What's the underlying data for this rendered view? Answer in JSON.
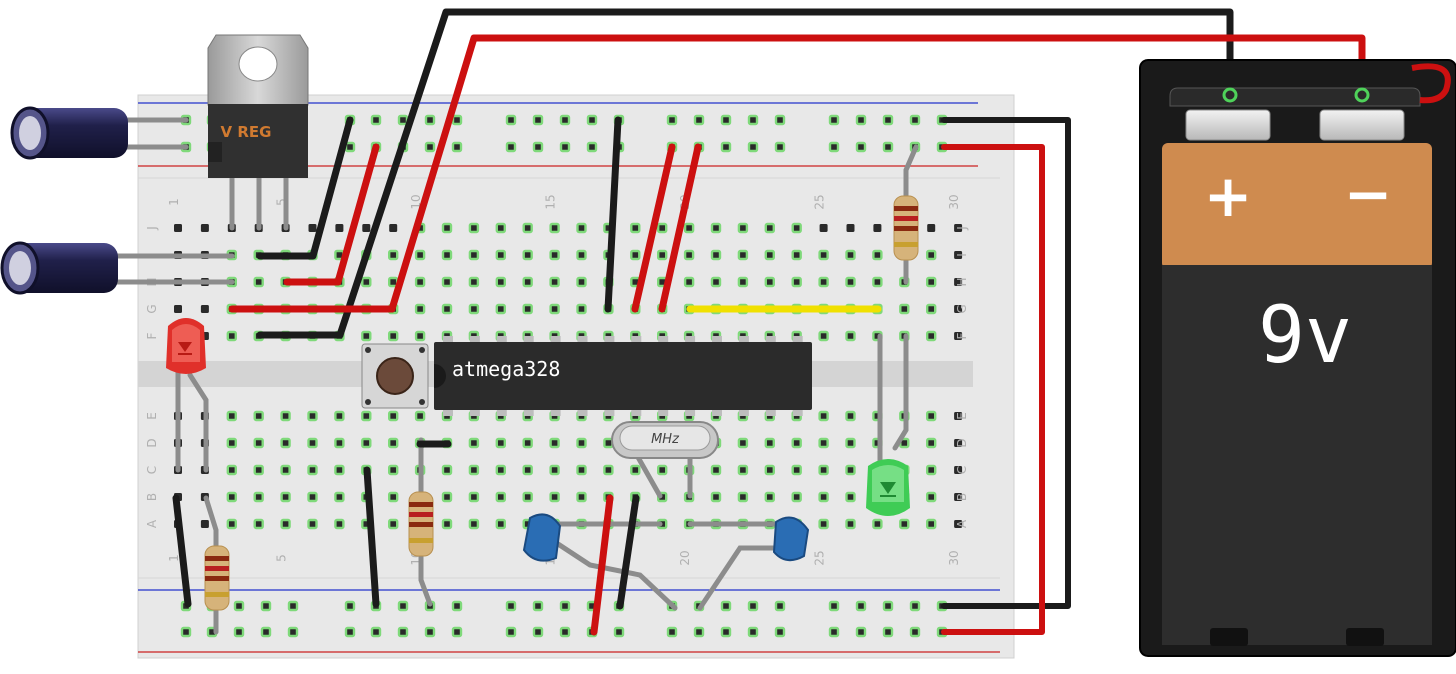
{
  "breadboard": {
    "column_numbers": [
      "1",
      "5",
      "10",
      "15",
      "20",
      "25",
      "30"
    ],
    "row_letters_top": [
      "J",
      "I",
      "H",
      "G",
      "F"
    ],
    "row_letters_bottom": [
      "E",
      "D",
      "C",
      "B",
      "A"
    ]
  },
  "regulator": {
    "label": "V REG"
  },
  "microcontroller": {
    "label": "atmega328"
  },
  "crystal": {
    "label": "MHz"
  },
  "battery": {
    "voltage_label": "9v",
    "plus_symbol": "+",
    "minus_symbol": "−"
  },
  "colors": {
    "wire_red": "#cc1010",
    "wire_black": "#1b1b1b",
    "wire_yellow": "#f0e000",
    "breadboard": "#e8e8e8",
    "battery_copper": "#cf8b4f",
    "battery_body": "#2d2d2d",
    "led_red": "#e0302a",
    "led_green": "#3fcc55",
    "capacitor_electrolytic": "#20204a",
    "capacitor_ceramic": "#2a6db4",
    "chip": "#2b2b2b"
  },
  "icons": [
    "breadboard",
    "voltage-regulator",
    "electrolytic-capacitor",
    "led",
    "resistor",
    "pushbutton",
    "ic-chip",
    "crystal",
    "ceramic-capacitor",
    "battery-9v",
    "battery-clip"
  ]
}
